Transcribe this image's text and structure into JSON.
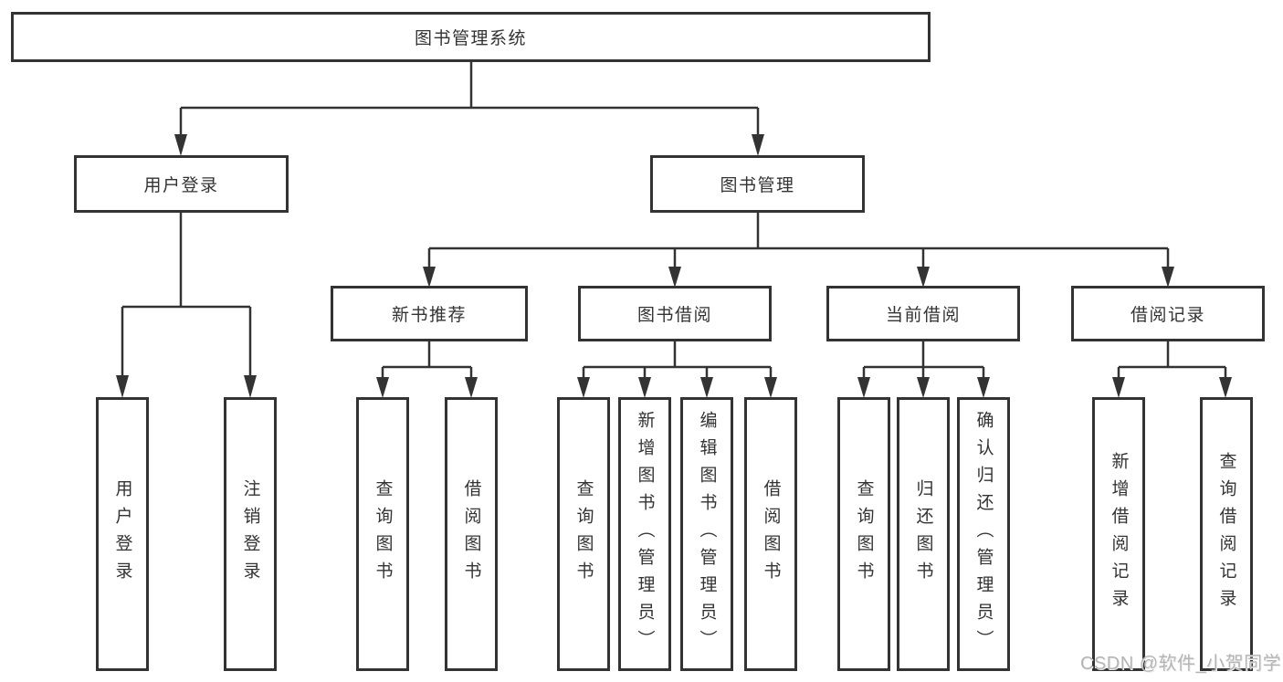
{
  "tree": {
    "root": "图书管理系统",
    "branches": [
      {
        "label": "用户登录",
        "leaves": [
          "用户登录",
          "注销登录"
        ]
      },
      {
        "label": "图书管理",
        "groups": [
          {
            "label": "新书推荐",
            "leaves": [
              "查询图书",
              "借阅图书"
            ]
          },
          {
            "label": "图书借阅",
            "leaves": [
              "查询图书",
              "新增图书（管理员）",
              "编辑图书（管理员）",
              "借阅图书"
            ]
          },
          {
            "label": "当前借阅",
            "leaves": [
              "查询图书",
              "归还图书",
              "确认归还（管理员）"
            ]
          },
          {
            "label": "借阅记录",
            "leaves": [
              "新增借阅记录",
              "查询借阅记录"
            ]
          }
        ]
      }
    ]
  },
  "watermark": "CSDN @软件_小贺同学",
  "colors": {
    "line": "#333333",
    "text": "#333333",
    "background": "#ffffff",
    "watermark": "#b5b5b5"
  }
}
